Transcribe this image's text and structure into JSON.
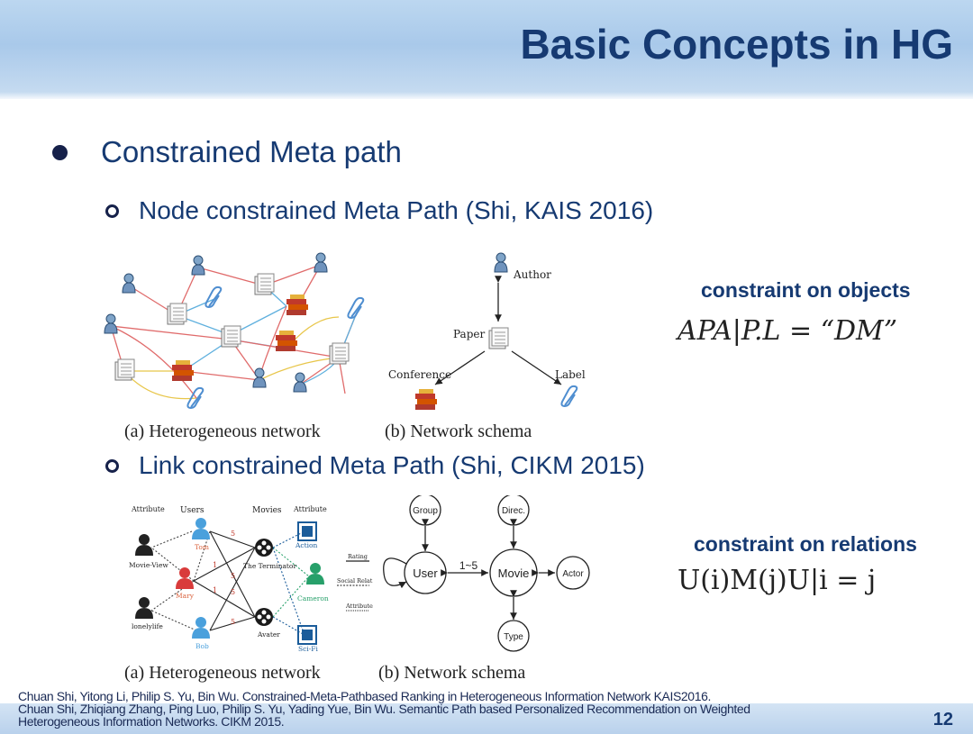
{
  "slide": {
    "title": "Basic Concepts in HG",
    "bullet": "Constrained Meta path",
    "sub1": "Node constrained Meta Path (Shi, KAIS 2016)",
    "sub2": "Link constrained Meta Path (Shi, CIKM 2015)",
    "page": "12"
  },
  "figure1": {
    "caption_a": "(a) Heterogeneous network",
    "caption_b": "(b) Network schema",
    "schema": {
      "author": "Author",
      "paper": "Paper",
      "conference": "Conference",
      "label": "Label"
    }
  },
  "figure2": {
    "caption_a": "(a) Heterogeneous network",
    "caption_b": "(b) Network schema",
    "net": {
      "attribute_left": "Attribute",
      "users": "Users",
      "movies": "Movies",
      "attribute_right": "Attribute",
      "tom": "Tom",
      "mary": "Mary",
      "bob": "Bob",
      "movie_view": "Movie-View",
      "lonelylife": "lonelylife",
      "terminator": "The Terminator",
      "avater": "Avater",
      "action": "Action",
      "cameron": "Cameron",
      "scifi": "Sci-Fi",
      "w1": "5",
      "w2": "1",
      "w3": "5",
      "w4": "1",
      "w5": "5",
      "w6": "5",
      "legend_rating": "Rating",
      "legend_social": "Social Relat",
      "legend_attribute": "Attribute"
    },
    "schema": {
      "group": "Group",
      "direc": "Direc.",
      "user": "User",
      "movie": "Movie",
      "actor": "Actor",
      "type": "Type",
      "edge": "1~5"
    }
  },
  "constraints": {
    "objects_label": "constraint on objects",
    "objects_formula": "APA|P.L = “DM”",
    "relations_label": "constraint on relations",
    "relations_formula": "U(i)M(j)U|i = j"
  },
  "references": [
    "Chuan Shi, Yitong Li, Philip S. Yu, Bin Wu. Constrained-Meta-Pathbased Ranking in Heterogeneous Information Network  KAIS2016.",
    "Chuan Shi, Zhiqiang Zhang, Ping Luo, Philip S. Yu, Yading Yue, Bin Wu. Semantic Path based Personalized Recommendation on Weighted",
    "Heterogeneous Information Networks. CIKM 2015."
  ]
}
